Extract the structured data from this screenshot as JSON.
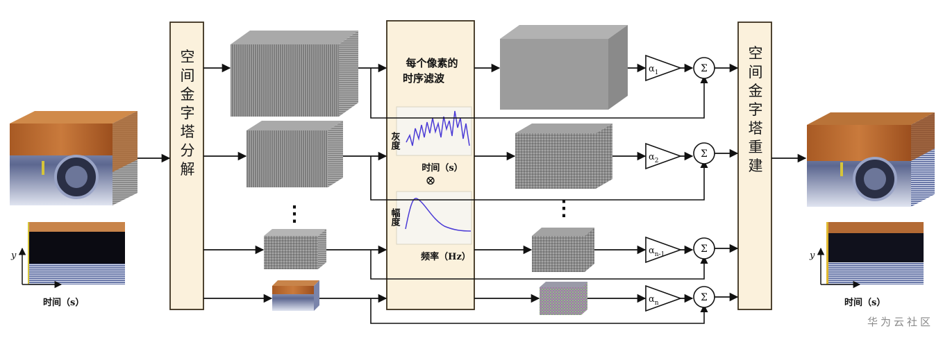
{
  "decomposition_label": "空间金字塔分解",
  "reconstruction_label": "空间金字塔重建",
  "filter_title_line1": "每个像素的",
  "filter_title_line2": "时序滤波",
  "graph1": {
    "ylabel": "灰度",
    "xlabel": "时间（s）"
  },
  "graph2": {
    "ylabel": "幅度",
    "xlabel": "频率（Hz）"
  },
  "convolution_symbol": "⊗",
  "input_slice": {
    "y_axis": "y",
    "x_axis": "时间（s）"
  },
  "output_slice": {
    "y_axis": "y",
    "x_axis": "时间（s）"
  },
  "amplifiers": [
    {
      "alpha": "α",
      "sub": "1"
    },
    {
      "alpha": "α",
      "sub": "2"
    },
    {
      "alpha": "α",
      "sub": "n-1"
    },
    {
      "alpha": "α",
      "sub": "n"
    }
  ],
  "sum_symbol": "Σ",
  "ellipsis": "⋮",
  "watermark": "华为云社区",
  "colors": {
    "panel_fill": "#fbf1dc",
    "panel_border": "#3a2f1c",
    "wood": "#b8692e",
    "metal": "#8e9ab8",
    "signal": "#4b3bd6"
  }
}
